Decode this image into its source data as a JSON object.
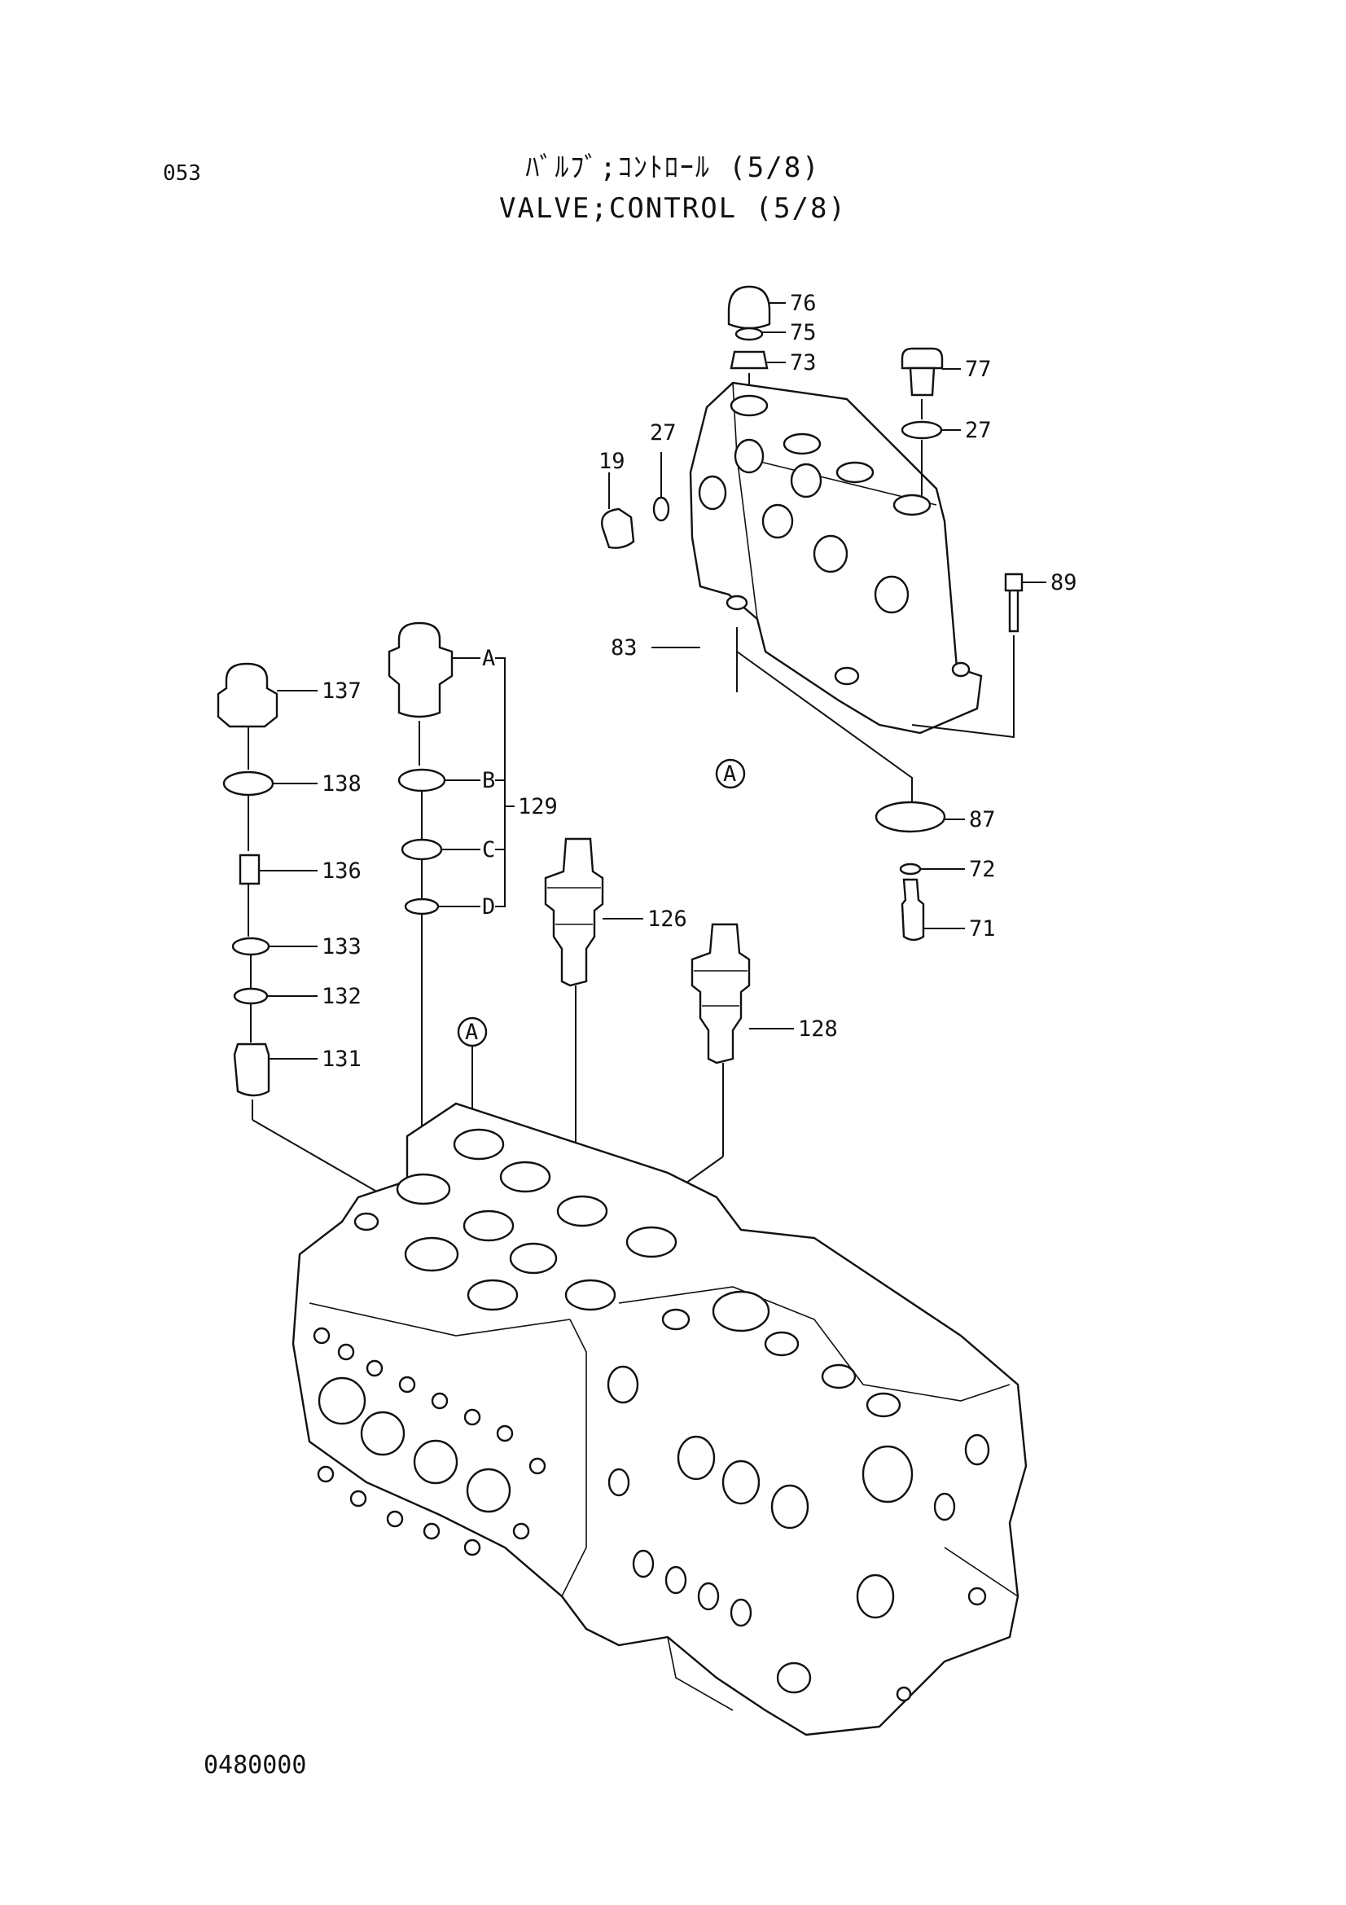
{
  "page": {
    "page_number": "053",
    "title_jp": "ﾊﾞﾙﾌﾞ;ｺﾝﾄﾛｰﾙ (5/8)",
    "title_en": "VALVE;CONTROL (5/8)",
    "doc_code": "0480000"
  },
  "callouts": {
    "c76": "76",
    "c75": "75",
    "c73": "73",
    "c77": "77",
    "c27a": "27",
    "c27b": "27",
    "c19": "19",
    "c89": "89",
    "c83": "83",
    "c87": "87",
    "c72": "72",
    "c71": "71",
    "c137": "137",
    "c138": "138",
    "c136": "136",
    "c133": "133",
    "c132": "132",
    "c131": "131",
    "c129": "129",
    "cA": "A",
    "cB": "B",
    "cC": "C",
    "cD": "D",
    "c126": "126",
    "c128": "128",
    "refA1": "A",
    "refA2": "A"
  }
}
